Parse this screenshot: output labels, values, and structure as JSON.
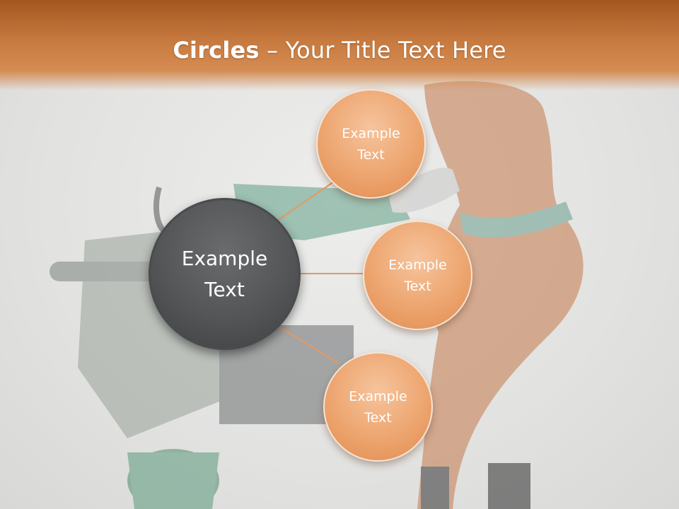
{
  "slide": {
    "title_bold": "Circles",
    "title_rest": " – Your Title Text Here"
  },
  "center_circle": {
    "text": "Example\nText"
  },
  "satellite_circles": [
    {
      "text": "Example\nText"
    },
    {
      "text": "Example\nText"
    },
    {
      "text": "Example\nText"
    }
  ],
  "colors": {
    "title_bar": "#c77a3f",
    "center_circle": "#545557",
    "satellite_circle": "#eda56f",
    "connector": "#e39a62"
  }
}
